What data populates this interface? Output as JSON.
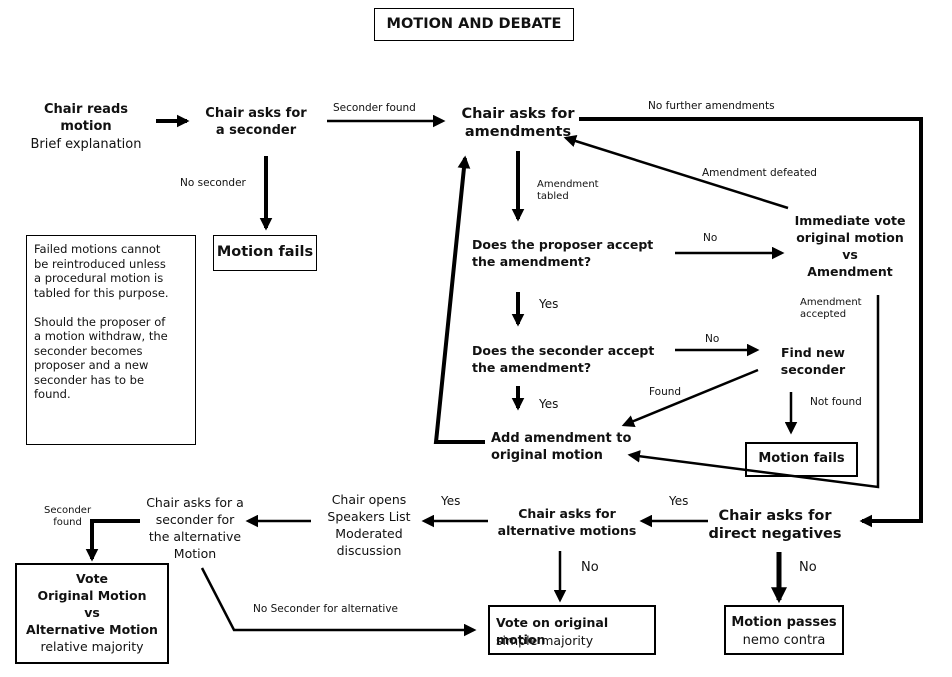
{
  "title": "MOTION AND DEBATE",
  "nodes": {
    "chair_reads": "Chair reads\nmotion",
    "chair_reads_sub": "Brief explanation",
    "ask_seconder": "Chair asks for\na seconder",
    "ask_amendments": "Chair asks for\namendments",
    "motion_fails_1": "Motion fails",
    "proposer_accept": "Does the proposer accept\nthe amendment?",
    "immediate_vote": "Immediate vote\noriginal motion\nvs\nAmendment",
    "seconder_accept": "Does the seconder accept\nthe amendment?",
    "find_seconder": "Find new\nseconder",
    "add_amendment": "Add amendment to\noriginal motion",
    "motion_fails_2": "Motion fails",
    "direct_negatives": "Chair asks for\ndirect negatives",
    "alt_motions": "Chair asks for\nalternative motions",
    "speakers_list": "Chair opens\nSpeakers List\nModerated\ndiscussion",
    "alt_seconder": "Chair asks for a\nseconder for\nthe alternative\nMotion",
    "vote_alt_title": "Vote\nOriginal Motion\nvs\nAlternative Motion",
    "vote_alt_sub": "relative majority",
    "vote_original_title": "Vote on original motion",
    "vote_original_sub": "simple majority",
    "motion_passes_title": "Motion passes",
    "motion_passes_sub": "nemo contra"
  },
  "note": "Failed motions cannot\nbe reintroduced unless\na procedural motion is\ntabled for this purpose.\n\nShould the proposer of\na motion withdraw, the\nseconder becomes\nproposer and a new\nseconder has to be\nfound.",
  "edge_labels": {
    "seconder_found": "Seconder found",
    "no_further_amendments": "No further amendments",
    "no_seconder": "No seconder",
    "amendment_tabled": "Amendment\ntabled",
    "amendment_defeated": "Amendment defeated",
    "no_1": "No",
    "yes_1": "Yes",
    "amendment_accepted": "Amendment\naccepted",
    "no_2": "No",
    "found": "Found",
    "yes_2": "Yes",
    "not_found": "Not found",
    "yes_direct": "Yes",
    "yes_alt": "Yes",
    "no_alt": "No",
    "no_direct": "No",
    "seconder_found_alt": "Seconder\nfound",
    "no_seconder_alt": "No Seconder for alternative"
  }
}
